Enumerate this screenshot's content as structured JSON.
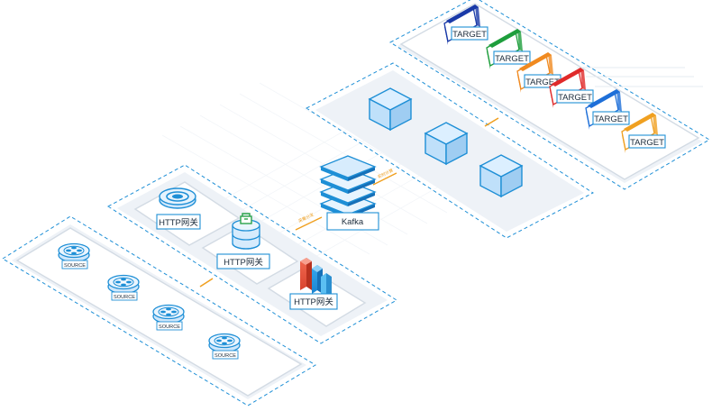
{
  "targets": [
    {
      "label": "TARGET",
      "color": "#1a3aa8"
    },
    {
      "label": "TARGET",
      "color": "#1e9e3c"
    },
    {
      "label": "TARGET",
      "color": "#f08a20"
    },
    {
      "label": "TARGET",
      "color": "#e02a2a"
    },
    {
      "label": "TARGET",
      "color": "#1e6fd8"
    },
    {
      "label": "TARGET",
      "color": "#f0a020"
    }
  ],
  "gateways": [
    {
      "label": "HTTP网关"
    },
    {
      "label": "HTTP网关"
    },
    {
      "label": "HTTP网关"
    }
  ],
  "queue": {
    "label": "Kafka"
  },
  "flow_labels": {
    "in": "采集分发",
    "out": "实时计算"
  },
  "sources": [
    {
      "label": "SOURCE"
    },
    {
      "label": "SOURCE"
    },
    {
      "label": "SOURCE"
    },
    {
      "label": "SOURCE"
    }
  ],
  "colors": {
    "accent": "#1e8fd6",
    "cube_light": "#dcefff",
    "cube_mid": "#bfe0fa",
    "cube_dark": "#9fcdf2",
    "flow": "#f0a020"
  }
}
